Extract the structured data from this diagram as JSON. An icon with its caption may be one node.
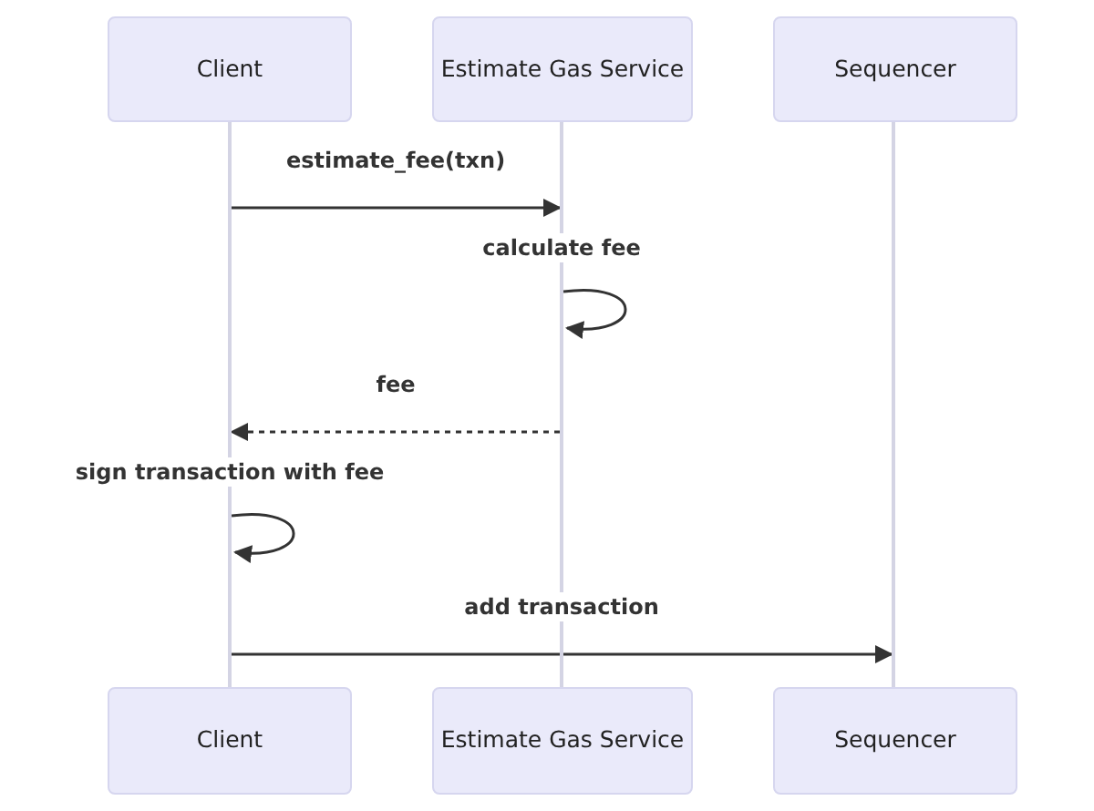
{
  "diagram": {
    "nodes": [
      {
        "text": [
          "Client"
        ]
      },
      {
        "text": [
          "Estimate Gas Service"
        ]
      },
      {
        "text": [
          "Sequencer"
        ]
      },
      {
        "text": [],
        "shape": "bar"
      },
      {
        "text": [],
        "shape": "bar"
      },
      {
        "text": [],
        "shape": "bar"
      },
      {
        "text": [
          "Client"
        ]
      },
      {
        "text": [
          "Estimate Gas Service"
        ]
      },
      {
        "text": [
          "Sequencer"
        ]
      }
    ],
    "edges": [
      {
        "from": 3,
        "to": 4,
        "arrow": "to",
        "label": "estimate_fee(txn)"
      },
      {
        "from": 4,
        "to": 4,
        "arrow": "to",
        "label": "calculate fee"
      },
      {
        "from": 4,
        "to": 3,
        "arrow": "to",
        "label": "fee",
        "style": "dashed"
      },
      {
        "from": 3,
        "to": 3,
        "arrow": "to",
        "label": "sign transaction with fee"
      },
      {
        "from": 3,
        "to": 5,
        "arrow": "to",
        "label": "add transaction"
      }
    ]
  }
}
